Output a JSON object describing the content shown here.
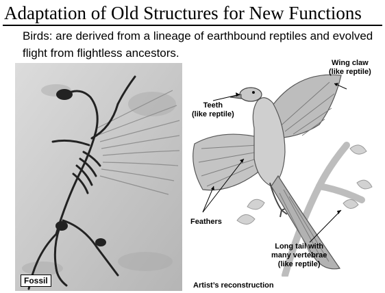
{
  "slide": {
    "title": "Adaptation of Old Structures for New Functions",
    "subtitle": "Birds: are derived from a lineage of earthbound reptiles and evolved flight from flightless ancestors."
  },
  "fossil": {
    "label": "Fossil"
  },
  "reconstruction": {
    "caption": "Artist’s reconstruction",
    "callouts": {
      "teeth": [
        "Teeth",
        "(like reptile)"
      ],
      "wing_claw": [
        "Wing claw",
        "(like reptile)"
      ],
      "feathers": "Feathers",
      "tail": [
        "Long tail with",
        "many vertebrae",
        "(like reptile)"
      ]
    }
  }
}
